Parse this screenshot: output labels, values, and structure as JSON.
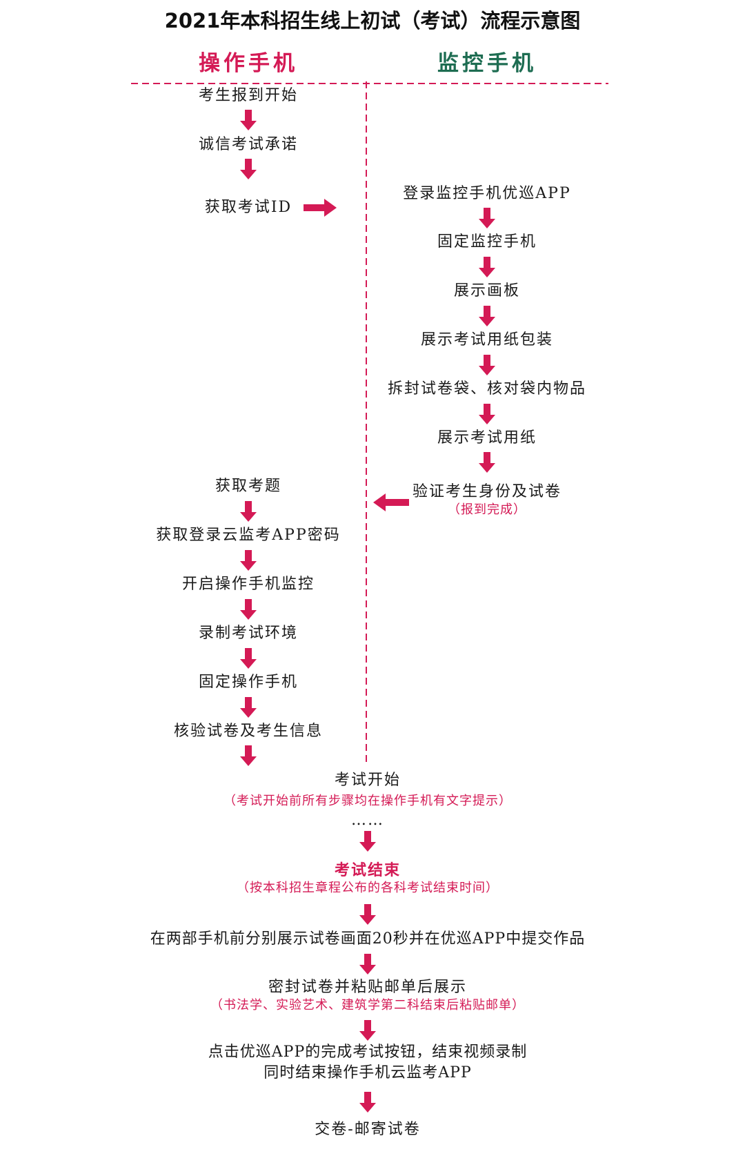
{
  "title": "2021年本科招生线上初试（考试）流程示意图",
  "colors": {
    "accent": "#d41a55",
    "green": "#1e6d52",
    "text": "#1a1a1a"
  },
  "columns": {
    "left": "操作手机",
    "right": "监控手机"
  },
  "left_steps": [
    "考生报到开始",
    "诚信考试承诺",
    "获取考试ID"
  ],
  "right_steps": [
    "登录监控手机优巡APP",
    "固定监控手机",
    "展示画板",
    "展示考试用纸包装",
    "拆封试卷袋、核对袋内物品",
    "展示考试用纸",
    "验证考生身份及试卷"
  ],
  "right_note": "（报到完成）",
  "left_steps2": [
    "获取考题",
    "获取登录云监考APP密码",
    "开启操作手机监控",
    "录制考试环境",
    "固定操作手机",
    "核验试卷及考生信息"
  ],
  "center": {
    "start": "考试开始",
    "start_note": "（考试开始前所有步骤均在操作手机有文字提示）",
    "ellipsis": "……",
    "end": "考试结束",
    "end_note": "（按本科招生章程公布的各科考试结束时间）",
    "submit": "在两部手机前分别展示试卷画面20秒并在优巡APP中提交作品",
    "seal": "密封试卷并粘贴邮单后展示",
    "seal_note": "（书法学、实验艺术、建筑学第二科结束后粘贴邮单）",
    "finish_line1": "点击优巡APP的完成考试按钮，结束视频录制",
    "finish_line2": "同时结束操作手机云监考APP",
    "final": "交卷-邮寄试卷"
  }
}
